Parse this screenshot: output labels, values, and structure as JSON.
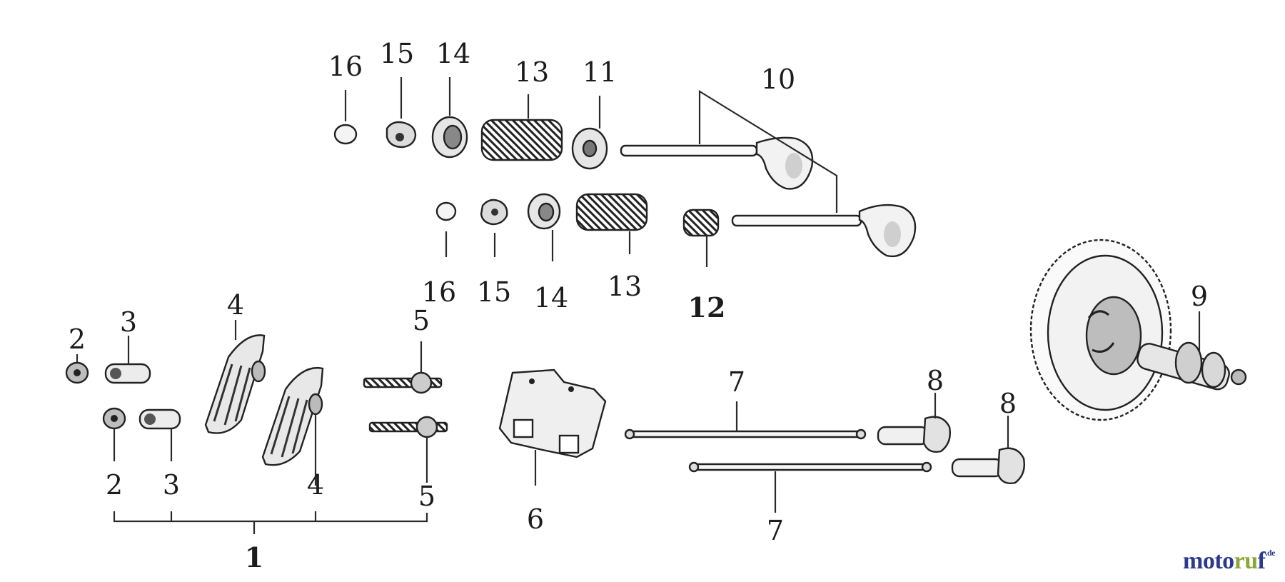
{
  "colors": {
    "ink": "#222222",
    "brand_primary": "#2b3a8c",
    "brand_accent": "#8aa636"
  },
  "labels": {
    "l16a": "16",
    "l15a": "15",
    "l14a": "14",
    "l13a": "13",
    "l11": "11",
    "l10": "10",
    "l16b": "16",
    "l15b": "15",
    "l14b": "14",
    "l13b": "13",
    "l12": "12",
    "l2a": "2",
    "l3a": "3",
    "l4a": "4",
    "l5a": "5",
    "l2b": "2",
    "l3b": "3",
    "l4b": "4",
    "l5b": "5",
    "l1": "1",
    "l6": "6",
    "l7a": "7",
    "l7b": "7",
    "l8a": "8",
    "l8b": "8",
    "l9": "9"
  },
  "watermark": {
    "part1": "moto",
    "part2": "ru",
    "part3": "f",
    "tld": ".de"
  }
}
